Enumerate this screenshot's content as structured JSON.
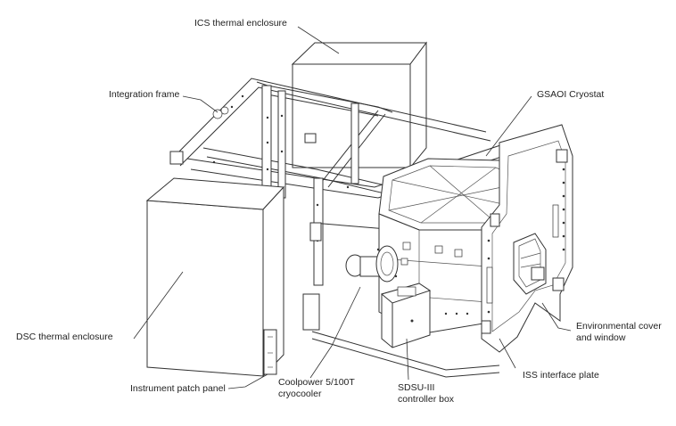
{
  "figure": {
    "labels": {
      "ics_thermal_enclosure": "ICS thermal enclosure",
      "integration_frame": "Integration frame",
      "gsaoi_cryostat": "GSAOI Cryostat",
      "dsc_thermal_enclosure": "DSC thermal enclosure",
      "environmental_cover_line1": "Environmental cover",
      "environmental_cover_line2": "and window",
      "instrument_patch_panel": "Instrument patch panel",
      "coolpower_line1": "Coolpower 5/100T",
      "coolpower_line2": "cryocooler",
      "sdsu_line1": "SDSU-III",
      "sdsu_line2": "controller box",
      "iss_interface_plate": "ISS interface plate"
    }
  }
}
